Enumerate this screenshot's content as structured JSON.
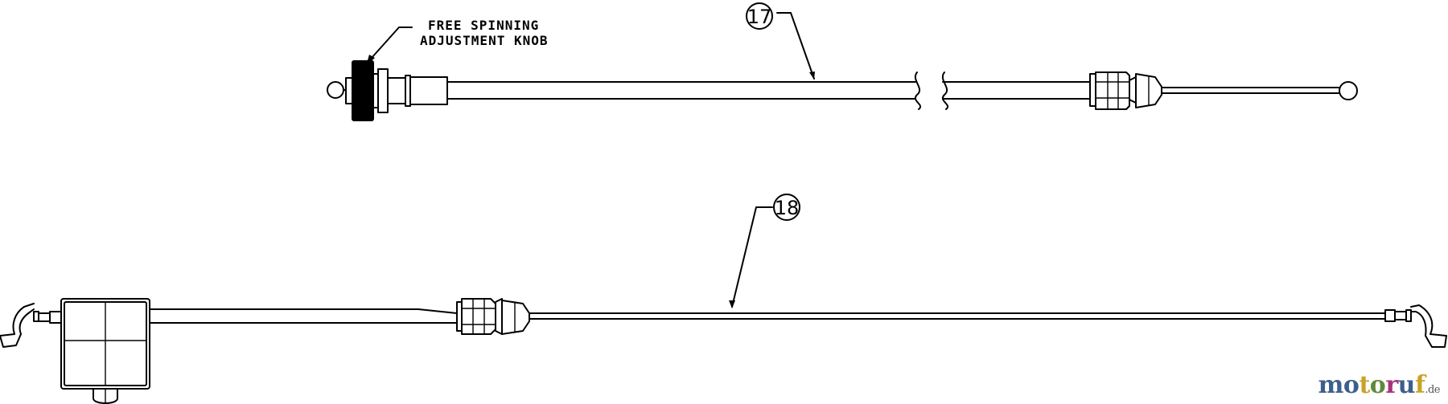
{
  "diagram": {
    "callouts": [
      {
        "id": "callout-17",
        "label": "17"
      },
      {
        "id": "callout-18",
        "label": "18"
      }
    ],
    "note": {
      "line1": "FREE SPINNING",
      "line2": "ADJUSTMENT KNOB"
    }
  },
  "watermark": {
    "letters": [
      "m",
      "o",
      "t",
      "o",
      "r",
      "u",
      "f"
    ],
    "colors": [
      "#3d5f8c",
      "#3d5f8c",
      "#c9a227",
      "#5f8a3a",
      "#a8327a",
      "#3d5f8c",
      "#c9a227"
    ],
    "suffix": ".de"
  }
}
